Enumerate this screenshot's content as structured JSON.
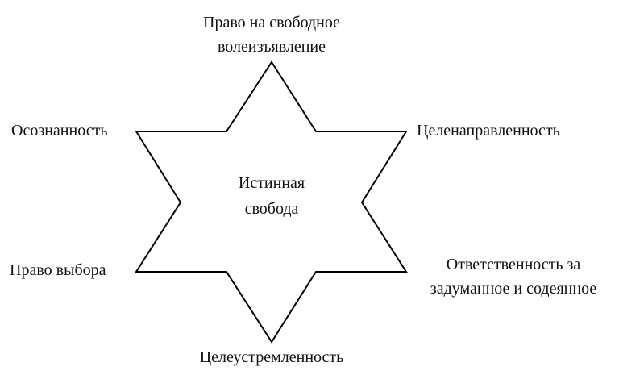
{
  "center": {
    "line1": "Истинная",
    "line2": "свобода"
  },
  "labels": {
    "top": {
      "line1": "Право на свободное",
      "line2": "волеизъявление"
    },
    "upper_left": "Осознанность",
    "upper_right": "Целенаправленность",
    "lower_left": "Право выбора",
    "lower_right": {
      "line1": "Ответственность за",
      "line2": "задуманное и содеянное"
    },
    "bottom": "Целеустремленность"
  },
  "colors": {
    "stroke": "#000000",
    "text": "#111111"
  }
}
